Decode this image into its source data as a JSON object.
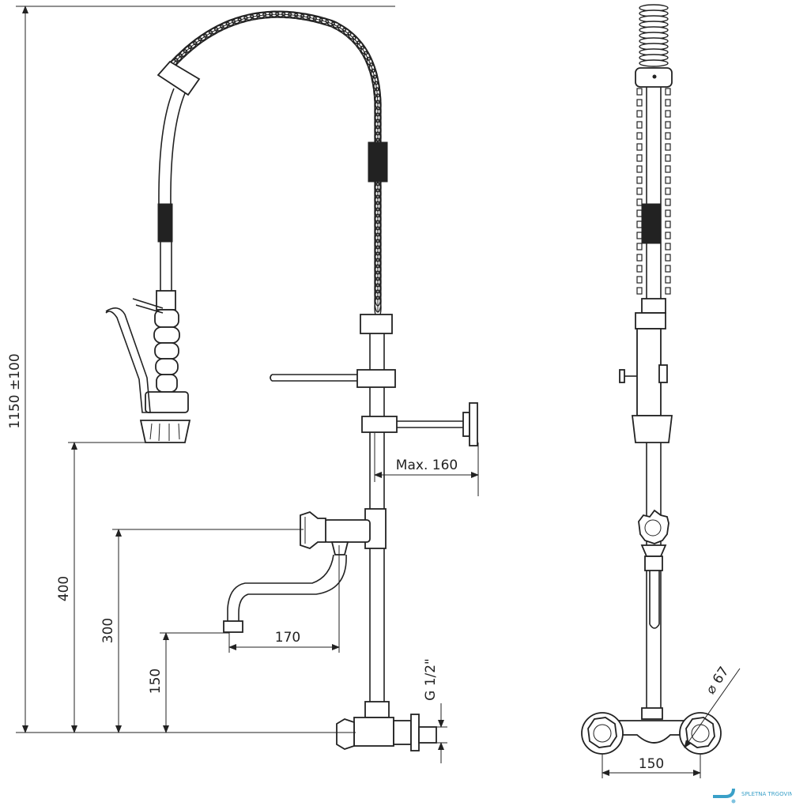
{
  "dimensions": {
    "total_height": "1150 ±100",
    "d400": "400",
    "d300": "300",
    "d150": "150",
    "spout_reach": "170",
    "arm_reach": "Max. 160",
    "thread": "G 1/2\"",
    "center_distance": "150",
    "eccentric_diameter": "⌀ 67"
  },
  "watermark": {
    "text": "SPLETNA TRGOVINA"
  },
  "colors": {
    "line": "#222222",
    "logo_blue": "#3aa0c8"
  }
}
